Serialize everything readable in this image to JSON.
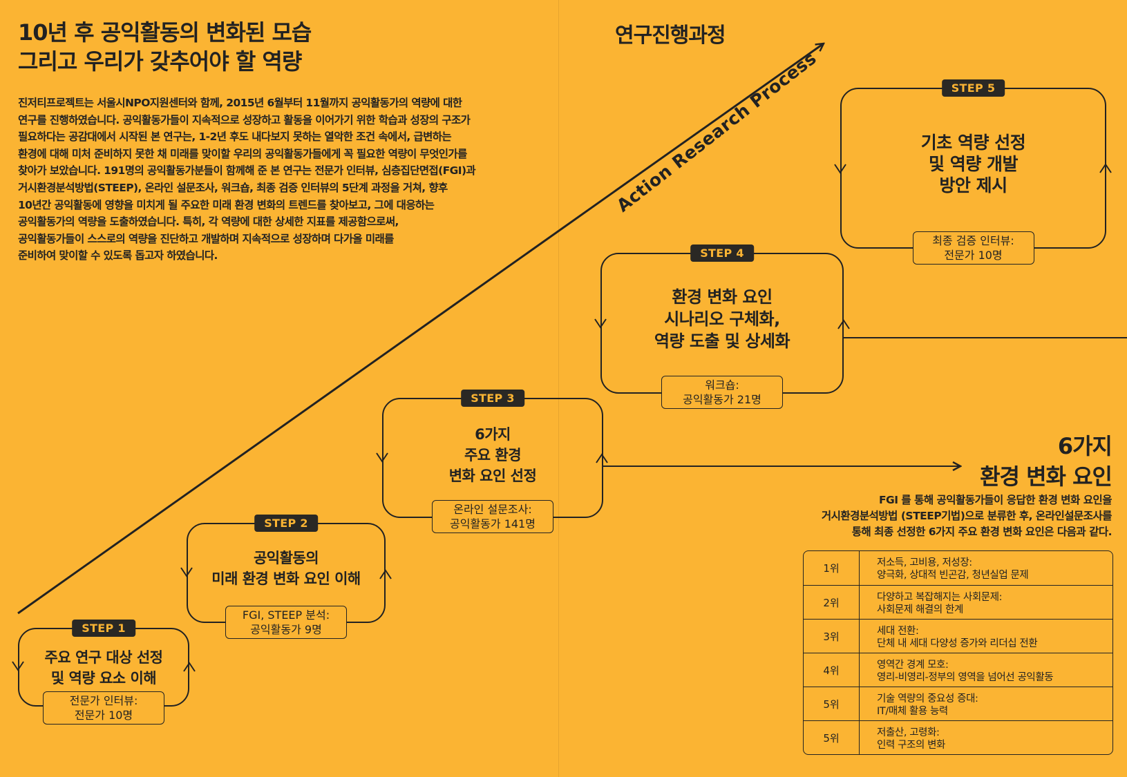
{
  "header": {
    "title_lines": [
      "10년 후 공익활동의 변화된 모습",
      "그리고 우리가 갖추어야 할 역량"
    ],
    "intro_lines": [
      "진저티프로젝트는 서울시NPO지원센터와 함께, 2015년 6월부터 11월까지 공익활동가의 역량에 대한",
      "연구를 진행하였습니다. 공익활동가들이 지속적으로 성장하고 활동을 이어가기 위한 학습과 성장의 구조가",
      "필요하다는 공감대에서 시작된 본 연구는, 1-2년 후도 내다보지 못하는 열악한 조건 속에서, 급변하는",
      "환경에 대해 미처 준비하지 못한 채 미래를 맞이할 우리의 공익활동가들에게 꼭 필요한 역량이 무엇인가를",
      "찾아가 보았습니다. 191명의 공익활동가분들이 함께해 준 본 연구는 전문가 인터뷰, 심층집단면접(FGI)과",
      "거시환경분석방법(STEEP), 온라인 설문조사, 워크숍, 최종 검증 인터뷰의 5단계 과정을 거쳐, 향후",
      "10년간 공익활동에 영향을 미치게 될 주요한 미래 환경 변화의 트렌드를 찾아보고, 그에 대응하는",
      "공익활동가의 역량을 도출하였습니다. 특히, 각 역량에 대한 상세한 지표를 제공함으로써,",
      "공익활동가들이 스스로의 역량을 진단하고 개발하며 지속적으로 성장하며 다가올 미래를",
      "준비하여 맞이할 수 있도록 돕고자 하였습니다."
    ]
  },
  "process": {
    "title": "연구진행과정",
    "arrow_label": "Action Research Process",
    "steps": [
      {
        "tag": "STEP 1",
        "title_lines": [
          "주요 연구 대상 선정",
          "및 역량 요소 이해"
        ],
        "sub_lines": [
          "전문가 인터뷰:",
          "전문가 10명"
        ]
      },
      {
        "tag": "STEP 2",
        "title_lines": [
          "공익활동의",
          "미래 환경 변화 요인 이해"
        ],
        "sub_lines": [
          "FGI, STEEP 분석:",
          "공익활동가 9명"
        ]
      },
      {
        "tag": "STEP 3",
        "title_lines": [
          "6가지",
          "주요 환경",
          "변화 요인 선정"
        ],
        "sub_lines": [
          "온라인 설문조사:",
          "공익활동가 141명"
        ]
      },
      {
        "tag": "STEP 4",
        "title_lines": [
          "환경 변화 요인",
          "시나리오 구체화,",
          "역량 도출 및 상세화"
        ],
        "sub_lines": [
          "워크숍:",
          "공익활동가 21명"
        ]
      },
      {
        "tag": "STEP 5",
        "title_lines": [
          "기초 역량 선정",
          "및 역량 개발",
          "방안 제시"
        ],
        "sub_lines": [
          "최종 검증 인터뷰:",
          "전문가 10명"
        ]
      }
    ]
  },
  "env_factors": {
    "title_lines": [
      "6가지",
      "환경 변화 요인"
    ],
    "desc_lines": [
      "FGI 를 통해 공익활동가들이 응답한 환경 변화 요인을",
      "거시환경분석방법 (STEEP기법)으로 분류한 후, 온라인설문조사를",
      "통해 최종 선정한 6가지 주요 환경 변화 요인은 다음과 같다."
    ],
    "rows": [
      {
        "rank": "1위",
        "line1": "저소득, 고비용, 저성장:",
        "line2": "양극화, 상대적 빈곤감, 청년실업 문제"
      },
      {
        "rank": "2위",
        "line1": "다양하고 복잡해지는 사회문제:",
        "line2": "사회문제 해결의 한계"
      },
      {
        "rank": "3위",
        "line1": "세대 전환:",
        "line2": "단체 내 세대 다양성 증가와 리더십 전환"
      },
      {
        "rank": "4위",
        "line1": "영역간 경계 모호:",
        "line2": "영리-비영리-정부의 영역을 넘어선 공익활동"
      },
      {
        "rank": "5위",
        "line1": "기술 역량의 중요성 증대:",
        "line2": "IT/매체 활용 능력"
      },
      {
        "rank": "5위",
        "line1": "저출산, 고령화:",
        "line2": "인력 구조의 변화"
      }
    ]
  }
}
